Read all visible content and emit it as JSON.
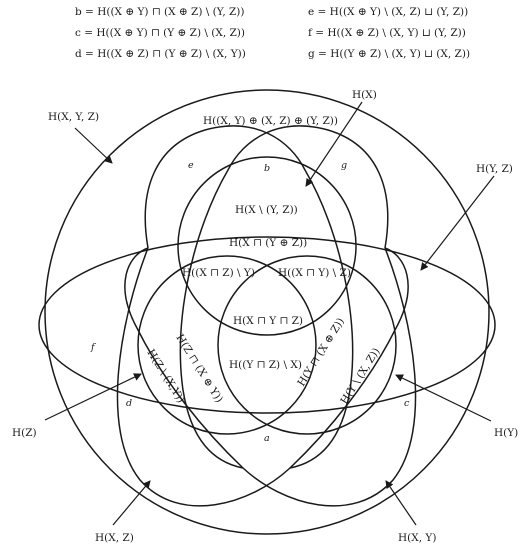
{
  "definitions": [
    {
      "text": "b = H((X ⊕ Y) ⊓ (X ⊕ Z) \\ (Y, Z))"
    },
    {
      "text": "c = H((X ⊕ Y) ⊓ (Y ⊕ Z) \\ (X, Z))"
    },
    {
      "text": "d = H((X ⊕ Z) ⊓ (Y ⊕ Z) \\ (X, Y))"
    },
    {
      "text": "e = H((X ⊕ Y) \\ (X, Z) ⊔ (Y, Z))"
    },
    {
      "text": "f = H((X ⊕ Z) \\ (X, Y) ⊔ (Y, Z))"
    },
    {
      "text": "g = H((Y ⊕ Z) \\ (X, Y) ⊔ (X, Z))"
    }
  ],
  "pointer_labels": {
    "hxyz": "H(X, Y, Z)",
    "hx": "H(X)",
    "hyz": "H(Y, Z)",
    "hz": "H(Z)",
    "hy": "H(Y)",
    "hxz": "H(X, Z)",
    "hxy": "H(X, Y)"
  },
  "region_labels": {
    "top_union": "H((X, Y) ⊕ (X, Z) ⊕ (Y, Z))",
    "x_only": "H(X \\ (Y, Z))",
    "x_meet": "H(X ⊓ (Y ⊕ Z))",
    "xz_minus_y": "H((X ⊓ Z) \\ Y)",
    "xy_minus_z": "H((X ⊓ Y) \\ Z)",
    "xyz": "H(X ⊓ Y ⊓ Z)",
    "yz_minus_x": "H((Y ⊓ Z) \\ X)",
    "z_meet": "H(Z ⊓ (X ⊕ Y))",
    "z_only": "H(Z \\ (X,Y))",
    "y_meet": "H(Y ⊓ (X ⊕ Z))",
    "y_only": "H(Y \\ (X, Z))"
  },
  "letters": {
    "a": "a",
    "b": "b",
    "c": "c",
    "d": "d",
    "e": "e",
    "f": "f",
    "g": "g"
  }
}
